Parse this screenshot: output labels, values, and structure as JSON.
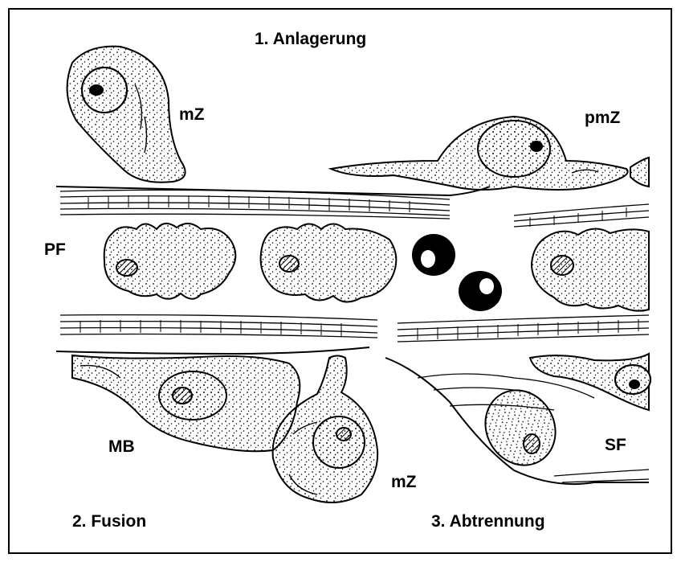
{
  "labels": {
    "stage1": "1. Anlagerung",
    "stage2": "2. Fusion",
    "stage3": "3. Abtrennung",
    "mz_top": "mZ",
    "pmz": "pmZ",
    "pf": "PF",
    "mb": "MB",
    "sf": "SF",
    "mz_bottom": "mZ"
  },
  "colors": {
    "ink": "#000000",
    "background": "#ffffff"
  }
}
